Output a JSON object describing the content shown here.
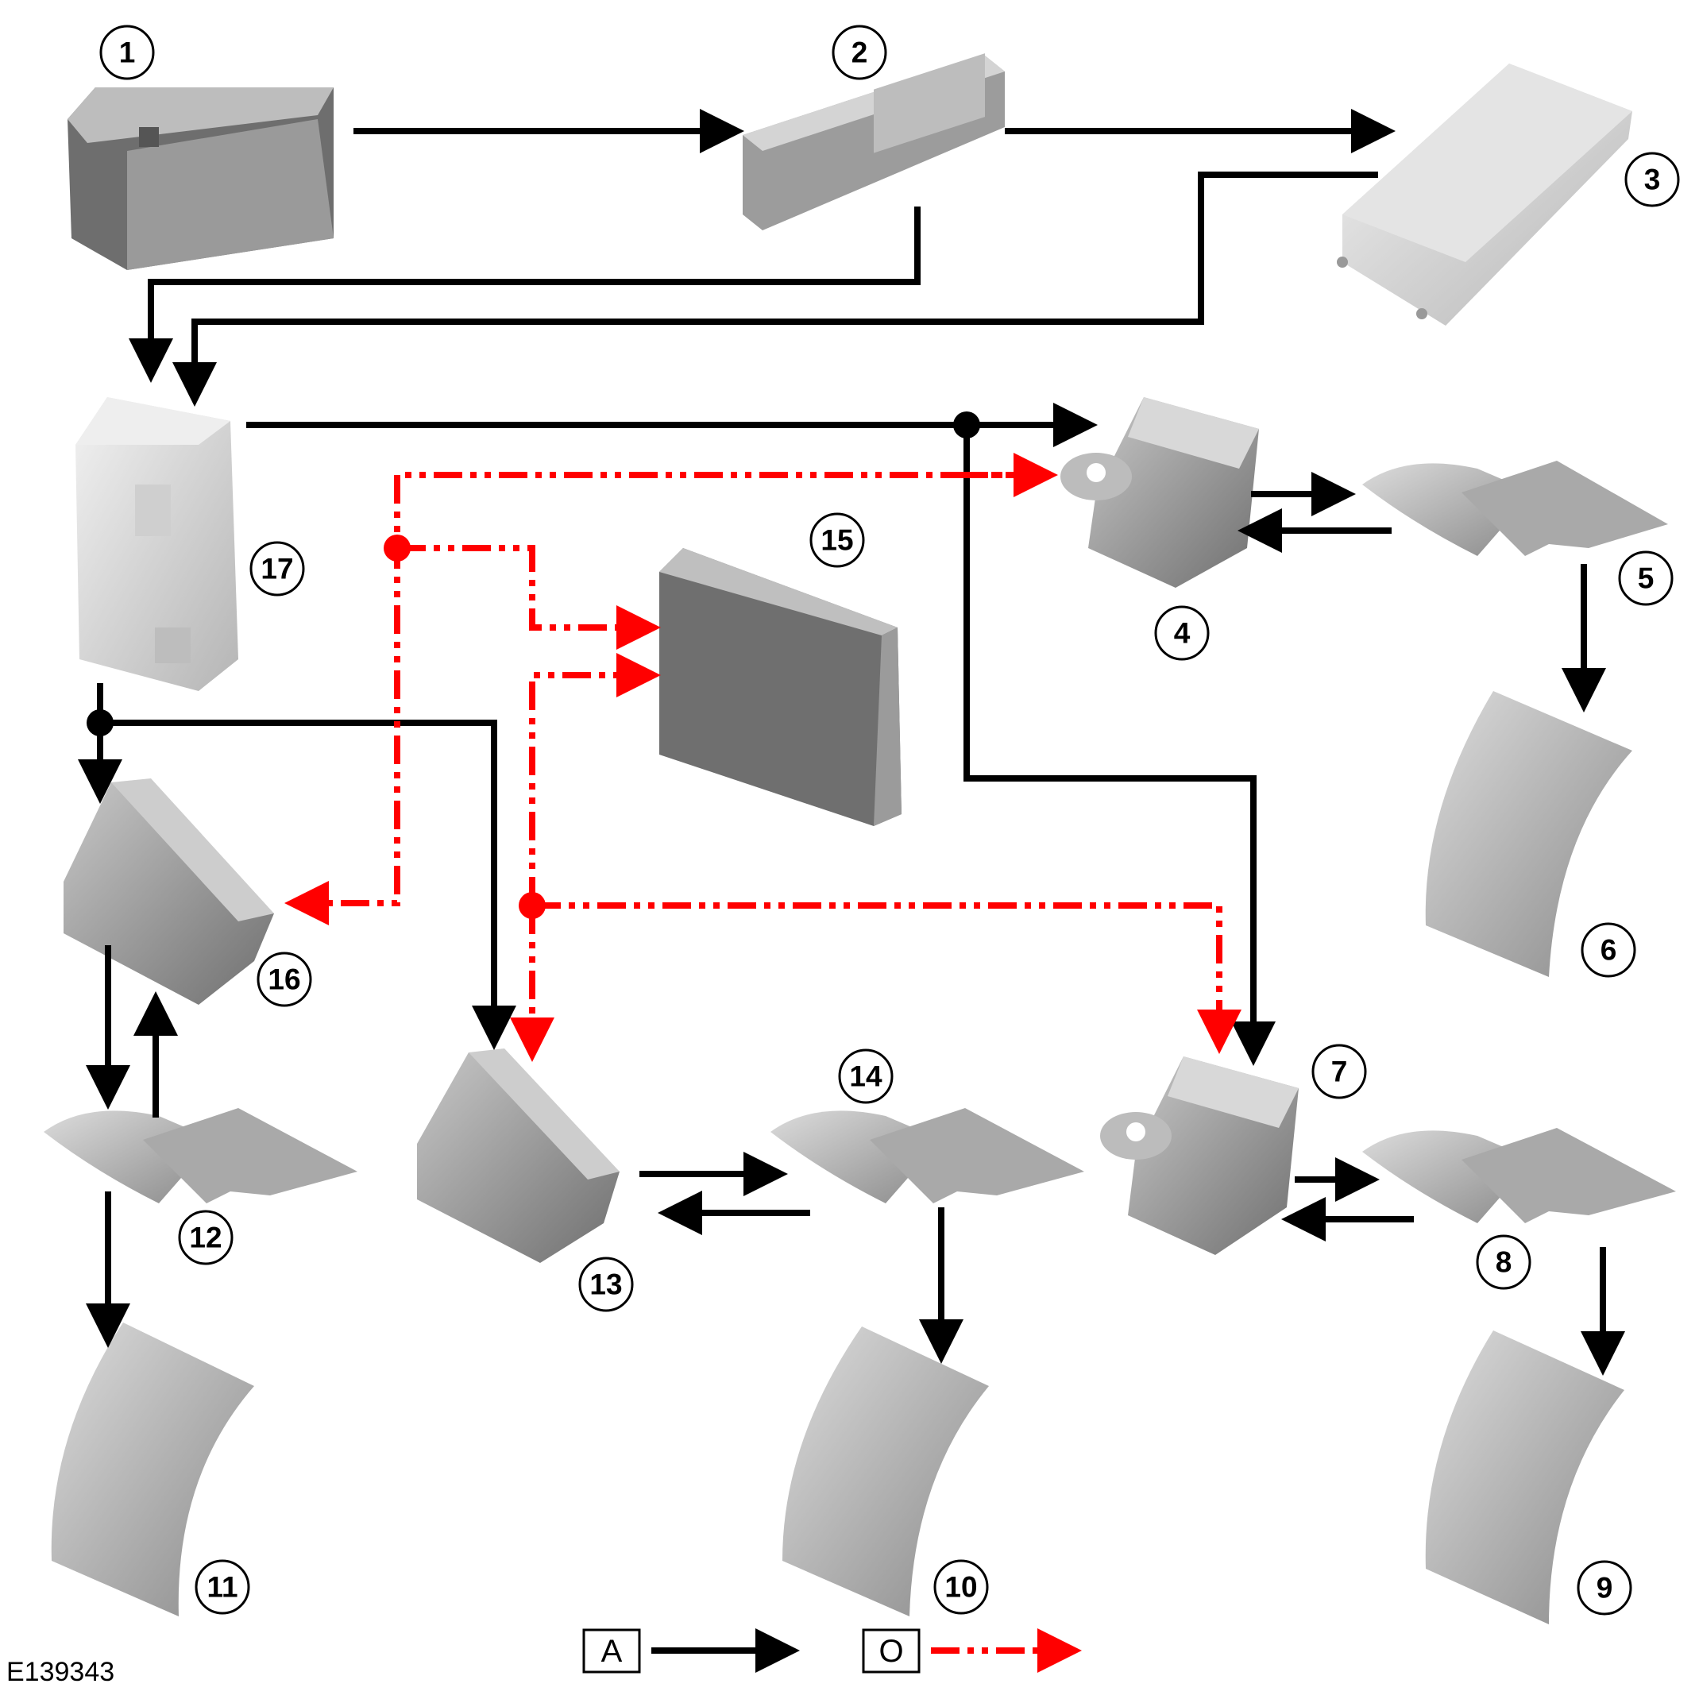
{
  "diagram_code": "E139343",
  "legend": [
    {
      "key": "A",
      "line_style": "solid",
      "color": "#000000"
    },
    {
      "key": "O",
      "line_style": "dash-dot-dot",
      "color": "#ff0000"
    }
  ],
  "callouts": [
    "1",
    "2",
    "3",
    "4",
    "5",
    "6",
    "7",
    "8",
    "9",
    "10",
    "11",
    "12",
    "13",
    "14",
    "15",
    "16",
    "17"
  ],
  "colors": {
    "solid": "#000000",
    "dashed": "#ff0000",
    "component": "#8e8e8e"
  }
}
